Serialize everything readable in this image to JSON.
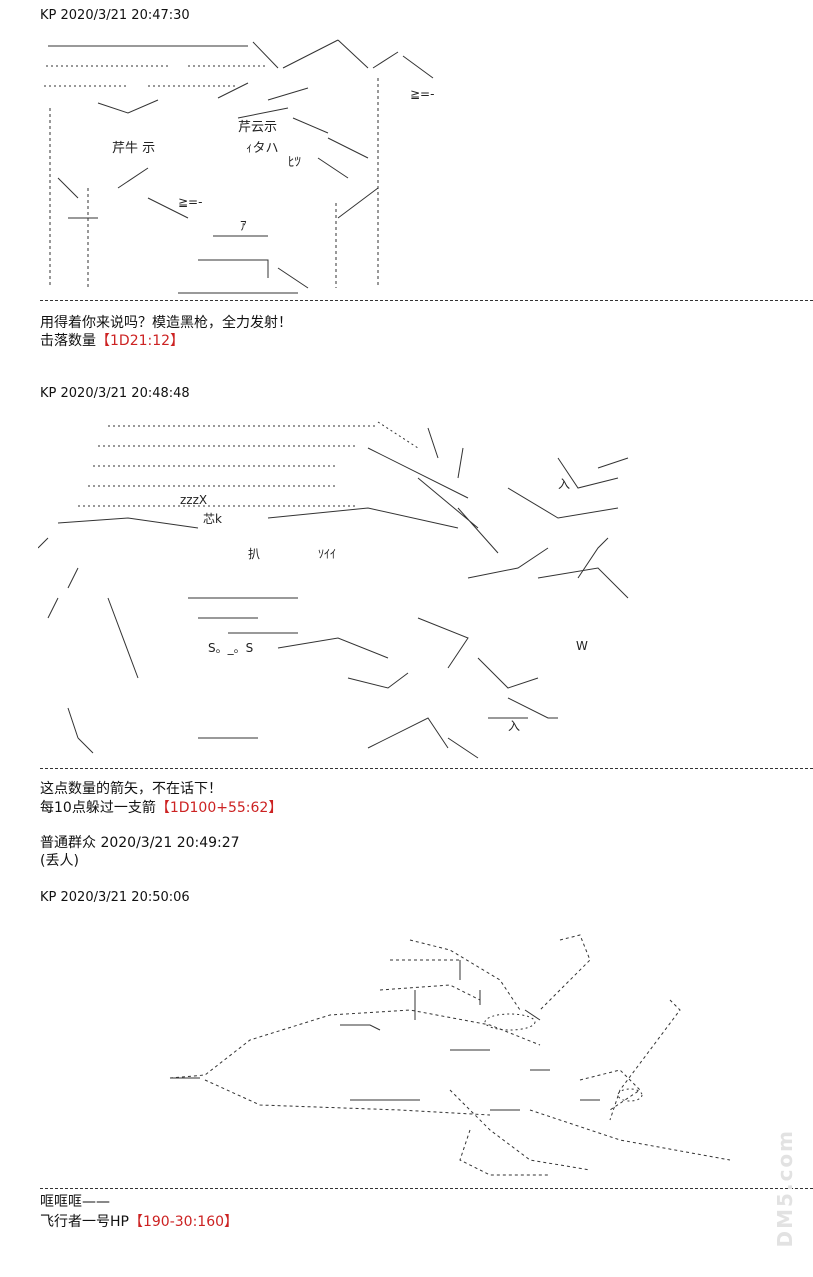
{
  "posts": [
    {
      "author": "KP",
      "timestamp": "2020/3/21 20:47:30",
      "lines": [
        "用得着你来说吗？模造黑枪，全力发射！"
      ],
      "roll_label": "击落数量",
      "roll_value": "1D21:12"
    },
    {
      "author": "KP",
      "timestamp": "2020/3/21 20:48:48",
      "lines": [
        "这点数量的箭矢，不在话下！"
      ],
      "roll_label": "每10点躲过一支箭",
      "roll_value": "1D100+55:62"
    },
    {
      "author": "普通群众",
      "timestamp": "2020/3/21 20:49:27",
      "lines": [
        "(丢人)"
      ]
    },
    {
      "author": "KP",
      "timestamp": "2020/3/21 20:50:06",
      "lines": [
        "哐哐哐——"
      ],
      "roll_label": "飞行者一号HP",
      "roll_value": "190-30:160"
    }
  ],
  "art": {
    "art1_text": "芹云示\n芹牛 示\nｨタハ\nﾋﾂ\nｱ",
    "art2_text": "zzzX\n芯k\nｿｲｲ\nS。_。S\n入\n扒\nW",
    "brackets": [
      "【",
      "】"
    ]
  },
  "watermark": "DM5.com",
  "colors": {
    "text": "#111111",
    "roll": "#cc2222",
    "divider": "#333333"
  }
}
